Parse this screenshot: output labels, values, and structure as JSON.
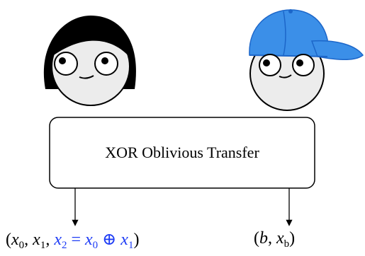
{
  "box": {
    "label": "XOR Oblivious Transfer"
  },
  "outputs": {
    "left": {
      "open": "(",
      "x0": "x",
      "x0_sub": "0",
      "comma": ",",
      "x1": "x",
      "x1_sub": "1",
      "x2": "x",
      "x2_sub": "2",
      "eq": "=",
      "x0b": "x",
      "x0b_sub": "0",
      "xor": "⊕",
      "x1b": "x",
      "x1b_sub": "1",
      "close": ")"
    },
    "right": {
      "open": "(",
      "b": "b",
      "comma": ",",
      "xb": "x",
      "xb_sub": "b",
      "close": ")"
    }
  },
  "colors": {
    "highlight": "#1f3df5",
    "cap": "#3b8fe8",
    "cap_dark": "#1c66c9"
  },
  "icons": {
    "left_figure": "girl-face-icon",
    "right_figure": "boy-with-cap-icon"
  }
}
